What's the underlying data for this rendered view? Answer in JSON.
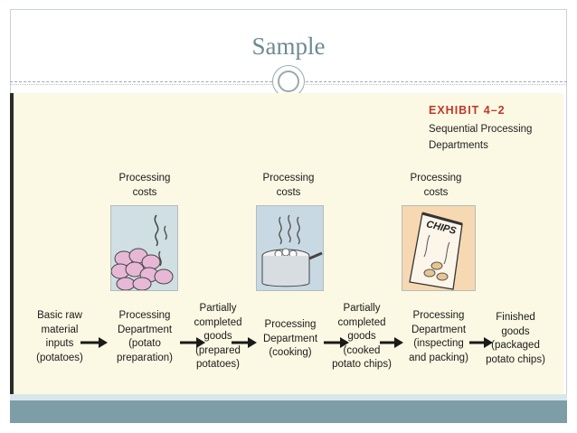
{
  "slide": {
    "title": "Sample"
  },
  "exhibit": {
    "number": "EXHIBIT 4–2",
    "caption_line1": "Sequential Processing",
    "caption_line2": "Departments"
  },
  "costs": [
    {
      "line1": "Processing",
      "line2": "costs"
    },
    {
      "line1": "Processing",
      "line2": "costs"
    },
    {
      "line1": "Processing",
      "line2": "costs"
    }
  ],
  "chips_bag_text": "CHIPS",
  "flow": {
    "raw": [
      "Basic raw",
      "material",
      "inputs",
      "(potatoes)"
    ],
    "dept1": [
      "Processing",
      "Department",
      "(potato",
      "preparation)"
    ],
    "partial1": [
      "Partially",
      "completed",
      "goods",
      "(prepared",
      "potatoes)"
    ],
    "dept2": [
      "Processing",
      "Department",
      "(cooking)"
    ],
    "partial2": [
      "Partially",
      "completed",
      "goods",
      "(cooked",
      "potato chips)"
    ],
    "dept3": [
      "Processing",
      "Department",
      "(inspecting",
      "and packing)"
    ],
    "finished": [
      "Finished",
      "goods",
      "(packaged",
      "potato chips)"
    ]
  },
  "colors": {
    "title": "#6e8b93",
    "exhibit_red": "#c0392b",
    "exhibit_bg": "#fbf9e3",
    "footer": "#7d9ea7"
  }
}
